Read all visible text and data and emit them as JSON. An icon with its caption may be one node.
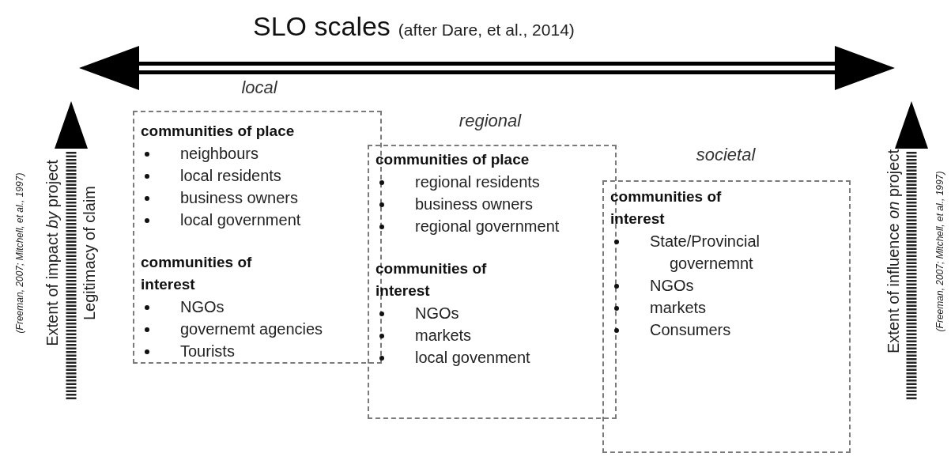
{
  "diagram": {
    "title": "SLO scales",
    "nodes": [
      {
        "text": [
          "local",
          "communities of place",
          "neighbours",
          "local residents",
          "business owners",
          "local government",
          "communities of interest",
          "NGOs",
          "governemt agencies",
          "Tourists"
        ]
      },
      {
        "text": [
          "regional",
          "communities of place",
          "regional residents",
          "business owners",
          "regional government",
          "communities of interest",
          "NGOs",
          "markets",
          "local govenment"
        ]
      },
      {
        "text": [
          "societal",
          "communities of interest",
          "State/Provincial governemnt",
          "NGOs",
          "markets",
          "Consumers"
        ]
      }
    ],
    "edges": [],
    "labels": [
      "(after Dare, et al., 2014)",
      "(Freeman, 2007; Mitchell, et al., 1997)",
      "Extent of impact *by* project",
      "Legitimacy of claim",
      "Extent of influence *on* project",
      "(Freeman, 2007; Mitchell, et al., 1997)"
    ]
  }
}
